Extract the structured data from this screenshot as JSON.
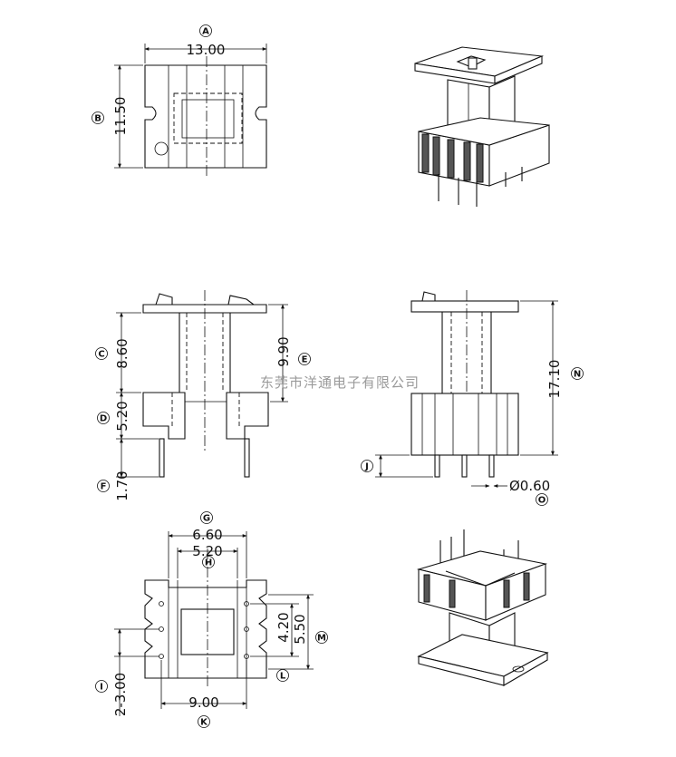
{
  "watermark": "东莞市洋通电子有限公司",
  "views": {
    "top": {
      "width_label": "13.00",
      "height_label": "11.50",
      "width_tag": "A",
      "height_tag": "B"
    },
    "front": {
      "upper_label": "8.60",
      "lower_label": "5.20",
      "pin_label": "1.70",
      "span_label": "9.90",
      "upper_tag": "C",
      "lower_tag": "D",
      "span_tag": "E",
      "pin_tag": "F"
    },
    "side": {
      "total_label": "17.10",
      "pin_dia_label": "Ø0.60",
      "total_tag": "N",
      "pin_tag": "J",
      "pin_dia_tag": "O"
    },
    "bottom": {
      "outer_label": "6.60",
      "inner_label": "5.20",
      "pin_pitch_label": "4.20",
      "pin_span_label": "5.50",
      "row_pitch_label": "2-3.00",
      "width_label": "9.00",
      "outer_tag": "G",
      "inner_tag": "H",
      "row_tag": "I",
      "width_tag": "K",
      "pitch_tag": "L",
      "span_tag": "M"
    }
  }
}
